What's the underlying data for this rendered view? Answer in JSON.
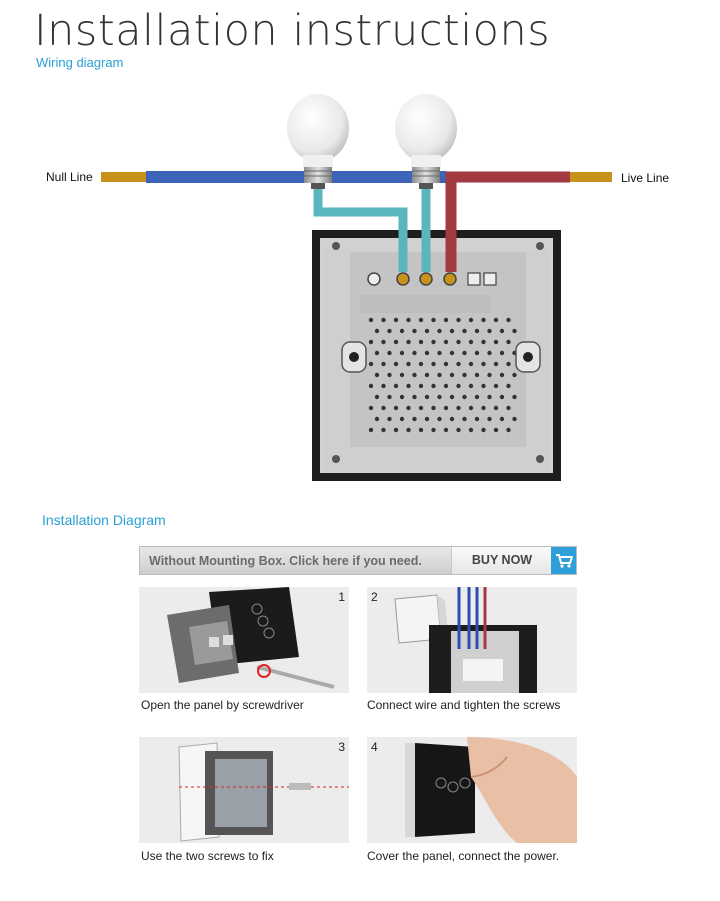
{
  "header": {
    "title": "Installation instructions",
    "wiring_subtitle": "Wiring diagram"
  },
  "wiring": {
    "null_label": "Null Line",
    "live_label": "Live Line",
    "colors": {
      "neutral": "#3d64b8",
      "live": "#a33a42",
      "lamp": "#59b6bd",
      "terminal": "#c8921a"
    }
  },
  "installation": {
    "heading": "Installation Diagram",
    "banner_text": "Without Mounting Box. Click here if you need.",
    "buy_now": "BUY NOW",
    "accent": "#2e9fd8"
  },
  "steps": [
    {
      "number": "1",
      "caption": "Open the panel by screwdriver"
    },
    {
      "number": "2",
      "caption": "Connect wire and tighten the screws"
    },
    {
      "number": "3",
      "caption": "Use the two screws to fix"
    },
    {
      "number": "4",
      "caption": "Cover the panel, connect the power."
    }
  ]
}
